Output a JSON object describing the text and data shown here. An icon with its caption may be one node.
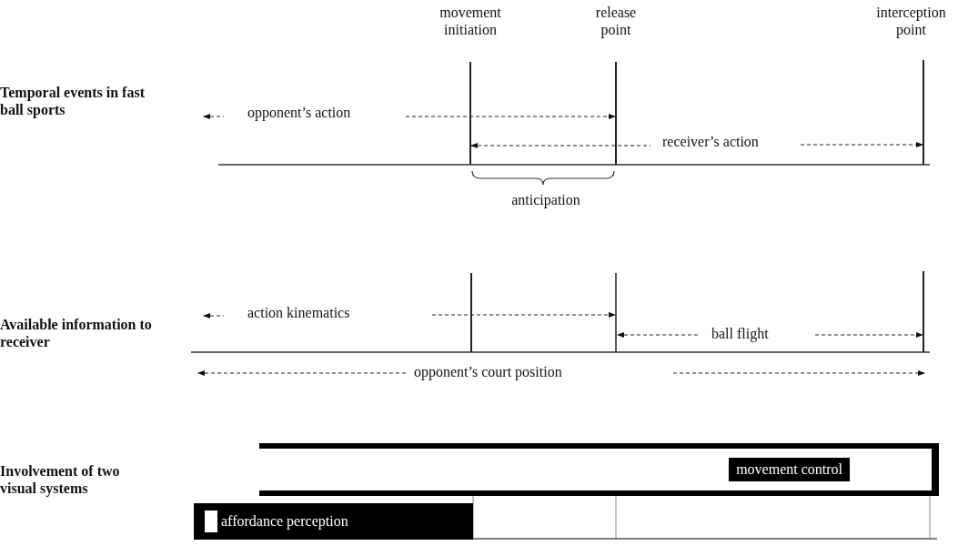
{
  "diagram": {
    "nodes": [
      {
        "text": [
          "movement control"
        ]
      },
      {
        "text": [
          "affordance perception"
        ]
      }
    ],
    "labels": [
      "movement initiation",
      "release point",
      "interception point",
      "Temporal events in fast ball sports",
      "opponent’s action",
      "receiver’s action",
      "anticipation",
      "Available information to receiver",
      "action kinematics",
      "ball flight",
      "opponent’s court position",
      "Involvement of two visual systems"
    ]
  }
}
